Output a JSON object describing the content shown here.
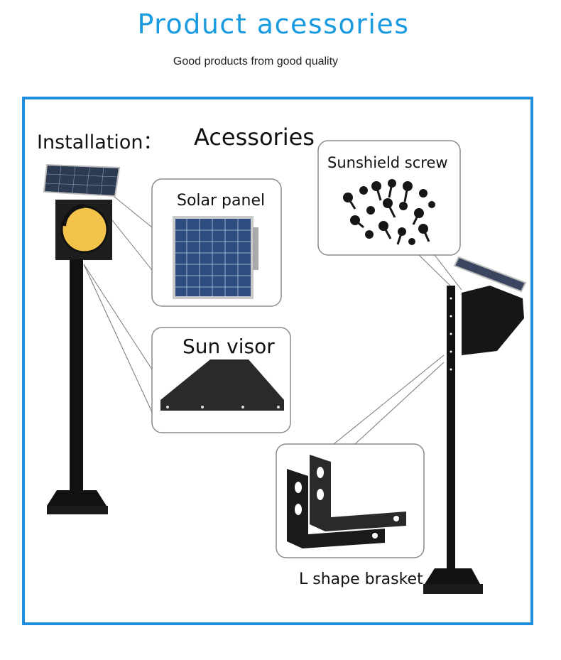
{
  "header": {
    "title": "Product acessories",
    "subtitle": "Good products from good quality"
  },
  "diagram": {
    "installation_label": "Installation：",
    "accessories_label": "Acessories",
    "callouts": {
      "solar_panel": "Solar panel",
      "sun_visor": "Sun visor",
      "sunshield_screw": "Sunshield screw",
      "l_bracket": "L shape brasket"
    }
  }
}
